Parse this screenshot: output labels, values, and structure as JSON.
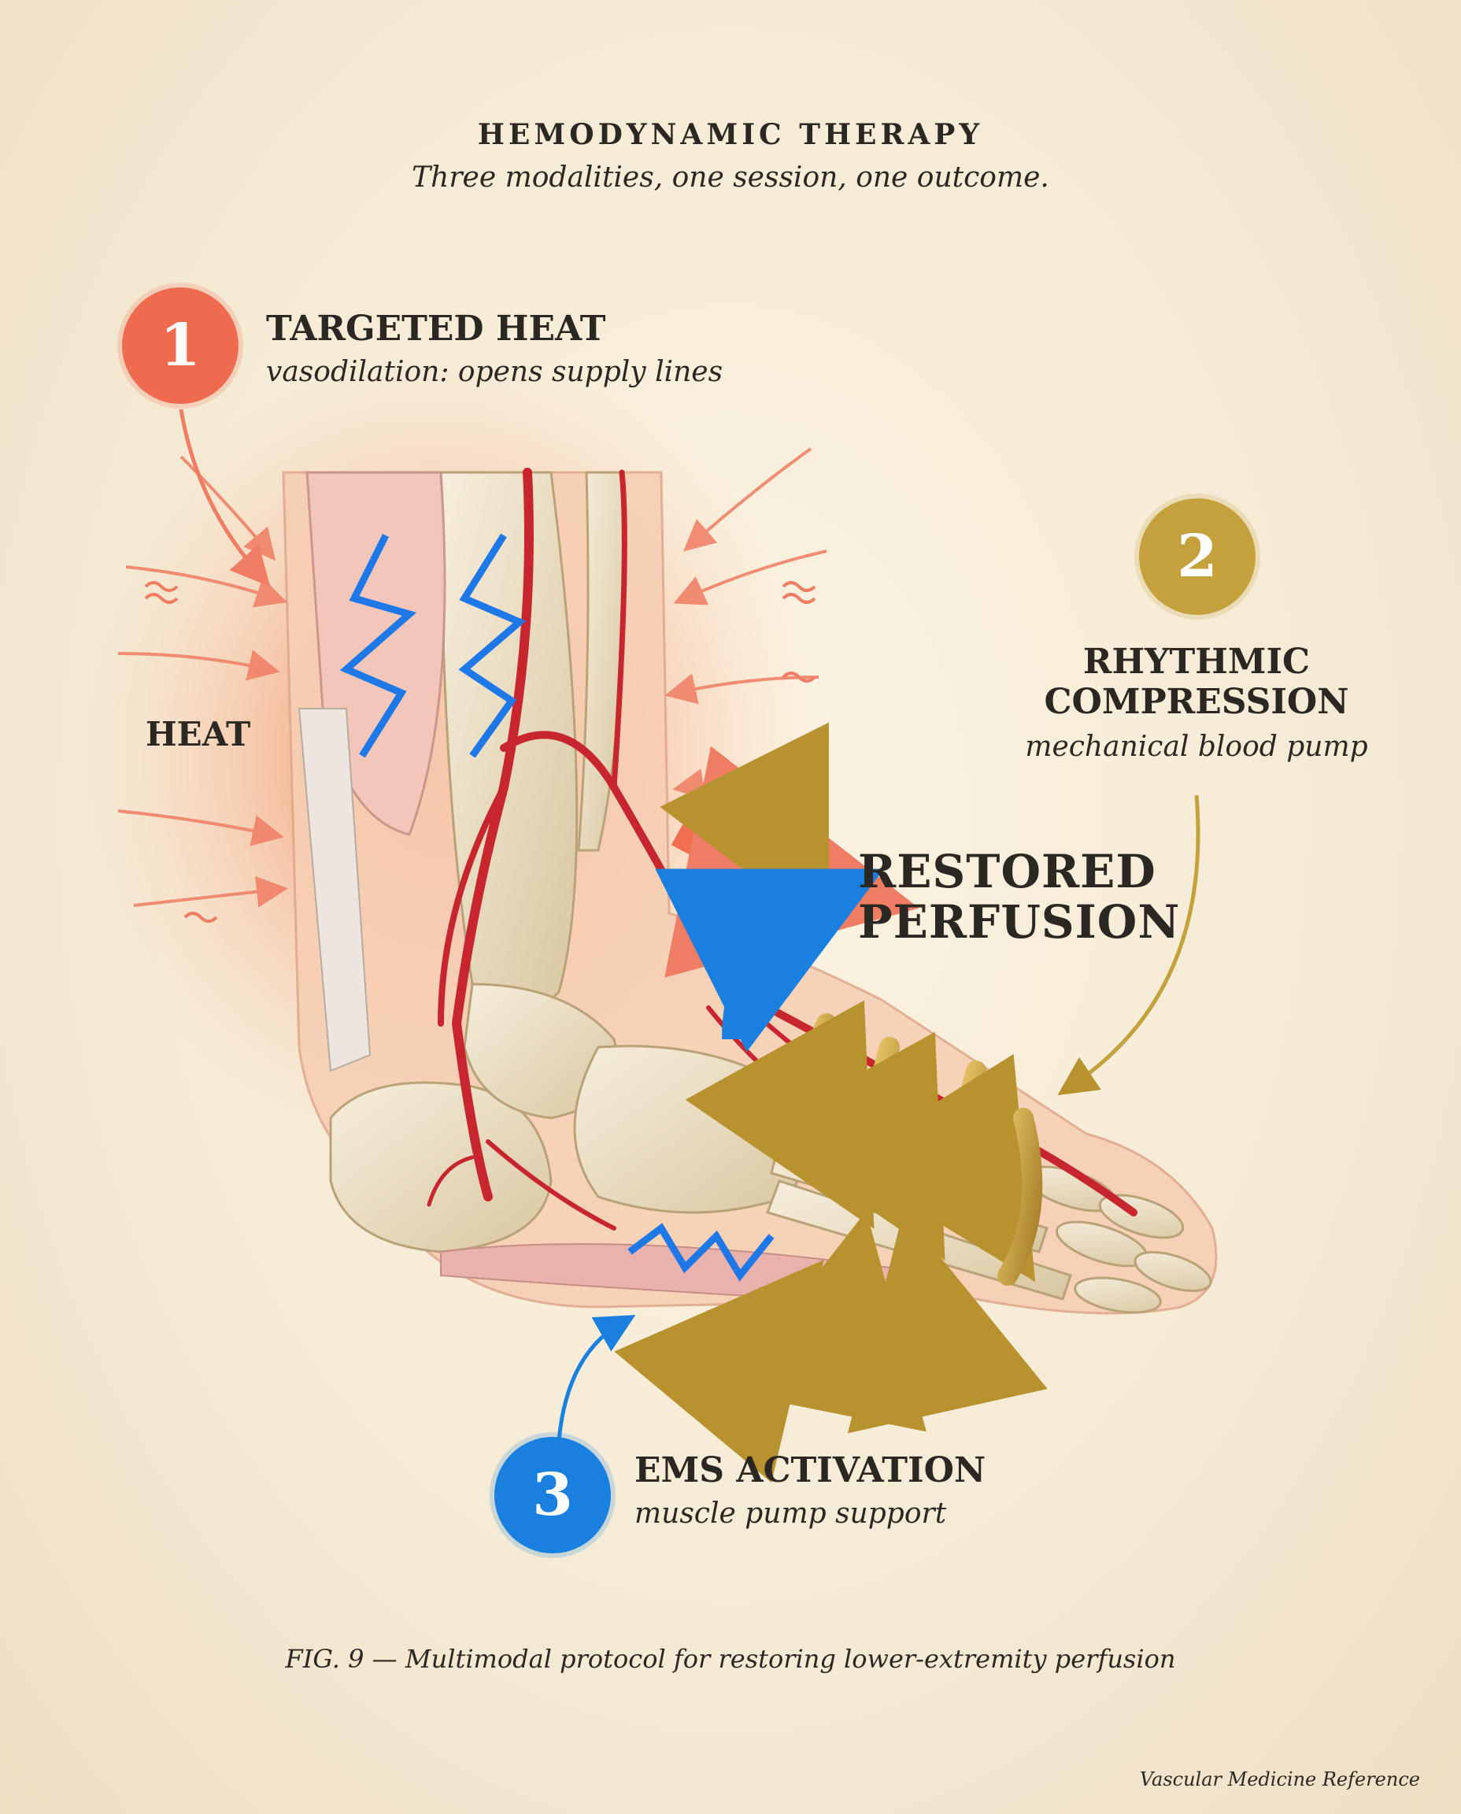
{
  "header": {
    "title": "HEMODYNAMIC THERAPY",
    "subtitle": "Three modalities, one session, one outcome."
  },
  "steps": [
    {
      "number": "1",
      "title": "TARGETED HEAT",
      "subtitle": "vasodilation: opens supply lines",
      "color": "#ef6b50"
    },
    {
      "number": "2",
      "title_line1": "RHYTHMIC",
      "title_line2": "COMPRESSION",
      "subtitle": "mechanical blood pump",
      "color": "#c5a13e"
    },
    {
      "number": "3",
      "title": "EMS ACTIVATION",
      "subtitle": "muscle pump support",
      "color": "#1a80e0"
    }
  ],
  "labels": {
    "heat": "HEAT",
    "outcome_line1": "RESTORED",
    "outcome_line2": "PERFUSION"
  },
  "caption": "FIG. 9 — Multimodal protocol for restoring lower-extremity perfusion",
  "footer": "Vascular Medicine Reference",
  "colors": {
    "heat": "#ef6b50",
    "compression": "#c5a13e",
    "ems": "#1a80e0",
    "artery": "#c8262e",
    "bone": "#eee2c8"
  },
  "icons": [
    "heat-wave-icon",
    "lightning-icon",
    "compression-arrow-icon"
  ]
}
